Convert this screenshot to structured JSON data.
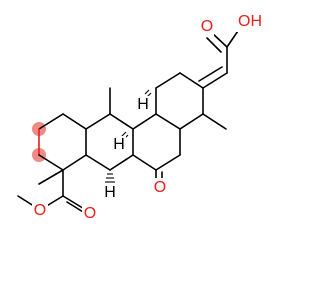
{
  "molecule": {
    "atom_labels": {
      "acid_hydroxyl": "OH",
      "acid_carbonyl_o": "O",
      "ketone_o": "O",
      "ester_carbonyl_o": "O",
      "ester_ether_o": "O",
      "stereo_h_top": "H",
      "stereo_h_mid": "H",
      "stereo_h_bottom": "H"
    },
    "colors": {
      "heteroatom": "#e8201a",
      "bond": "#000000",
      "highlight": "#f08a86"
    }
  }
}
